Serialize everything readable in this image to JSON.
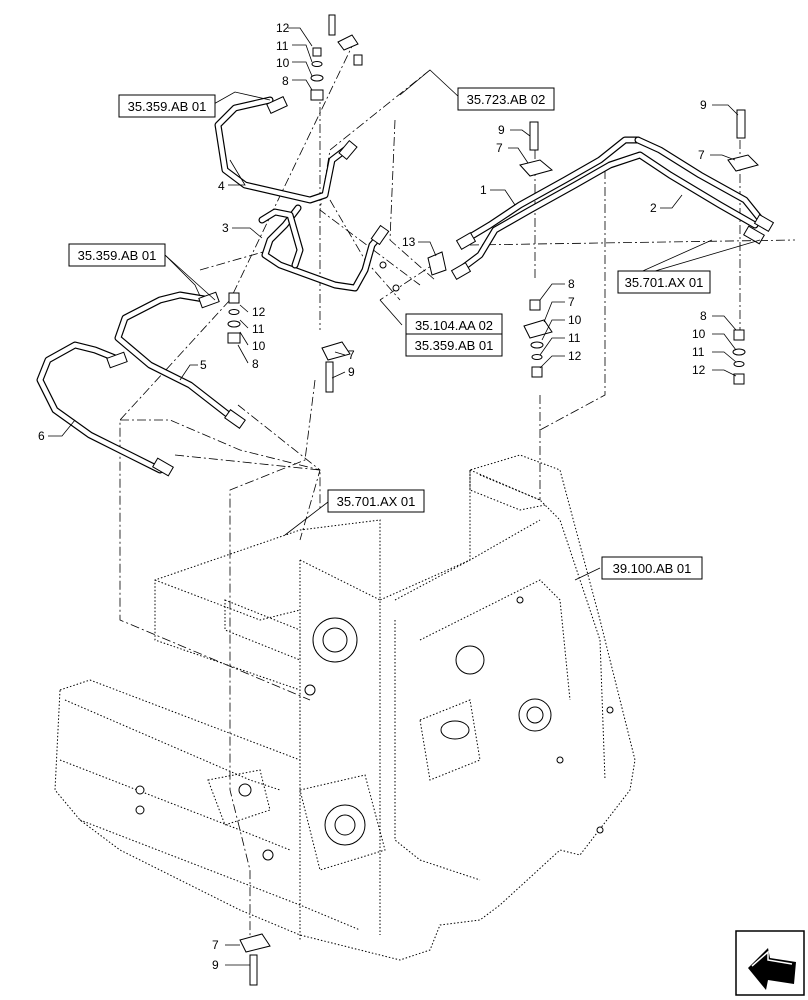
{
  "diagram": {
    "reference_labels": [
      "35.359.AB 01",
      "35.723.AB 02",
      "35.359.AB 01",
      "35.104.AA 02",
      "35.359.AB 01",
      "35.701.AX 01",
      "35.701.AX 01",
      "39.100.AB 01"
    ],
    "callouts": {
      "c1": "12",
      "c2": "11",
      "c3": "10",
      "c4": "8",
      "c5": "4",
      "c6": "3",
      "c7": "12",
      "c8": "11",
      "c9": "10",
      "c10": "8",
      "c11": "5",
      "c12": "6",
      "c13": "7",
      "c14": "9",
      "c15": "9",
      "c16": "7",
      "c17": "1",
      "c18": "13",
      "c19": "8",
      "c20": "7",
      "c21": "10",
      "c22": "11",
      "c23": "12",
      "c24": "9",
      "c25": "7",
      "c26": "2",
      "c27": "8",
      "c28": "10",
      "c29": "11",
      "c30": "12",
      "c31": "7",
      "c32": "9"
    },
    "nav_icon": "back-arrow-icon"
  }
}
